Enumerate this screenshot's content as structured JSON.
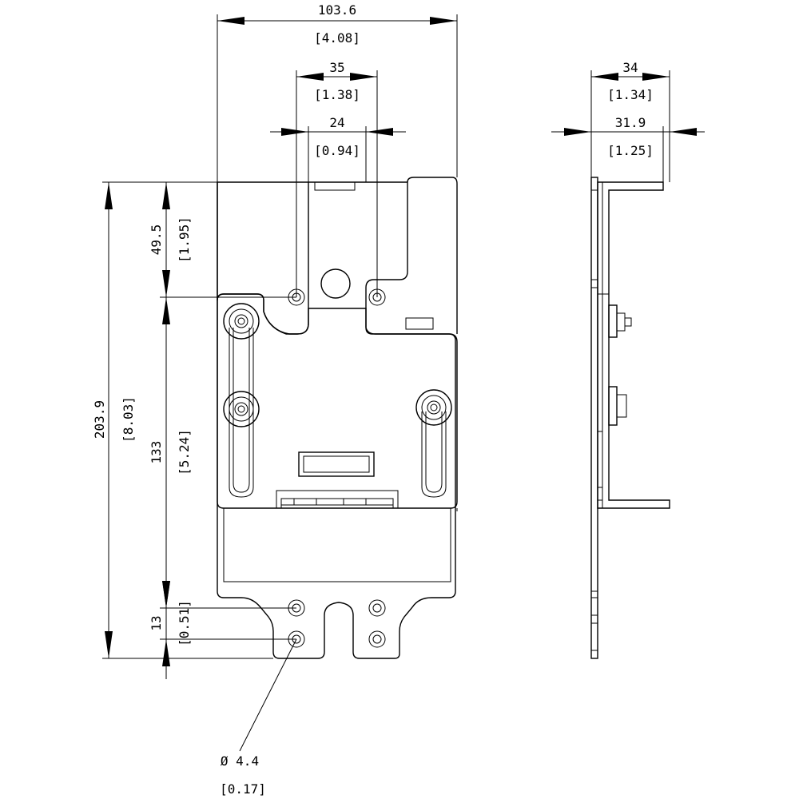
{
  "front_view": {
    "overall_width": {
      "mm": "103.6",
      "inch": "[4.08]"
    },
    "hole_pitch_outer": {
      "mm": "35",
      "inch": "[1.38]"
    },
    "hole_pitch_inner": {
      "mm": "24",
      "inch": "[0.94]"
    },
    "overall_height": {
      "mm": "203.9",
      "inch": "[8.03]"
    },
    "top_to_holes": {
      "mm": "49.5",
      "inch": "[1.95]"
    },
    "holes_to_bottom_holes": {
      "mm": "133",
      "inch": "[5.24]"
    },
    "bottom_hole_pitch": {
      "mm": "13",
      "inch": "[0.51]"
    },
    "hole_diameter": {
      "mm": "Ø 4.4",
      "inch": "[0.17]"
    }
  },
  "side_view": {
    "overall_depth": {
      "mm": "34",
      "inch": "[1.34]"
    },
    "flange_depth": {
      "mm": "31.9",
      "inch": "[1.25]"
    }
  }
}
